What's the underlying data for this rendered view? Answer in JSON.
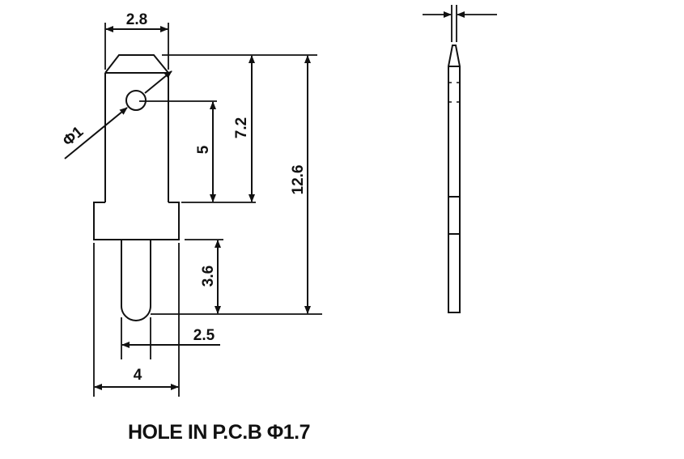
{
  "dimensions": {
    "top_width": "2.8",
    "hole_diameter": "Φ1",
    "hole_to_shoulder": "5",
    "tip_to_shoulder": "7.2",
    "overall_length": "12.6",
    "slot_depth": "3.6",
    "slot_width": "2.5",
    "base_width": "4"
  },
  "caption": "HOLE IN P.C.B  Φ1.7",
  "colors": {
    "line": "#111111",
    "background": "#ffffff"
  }
}
